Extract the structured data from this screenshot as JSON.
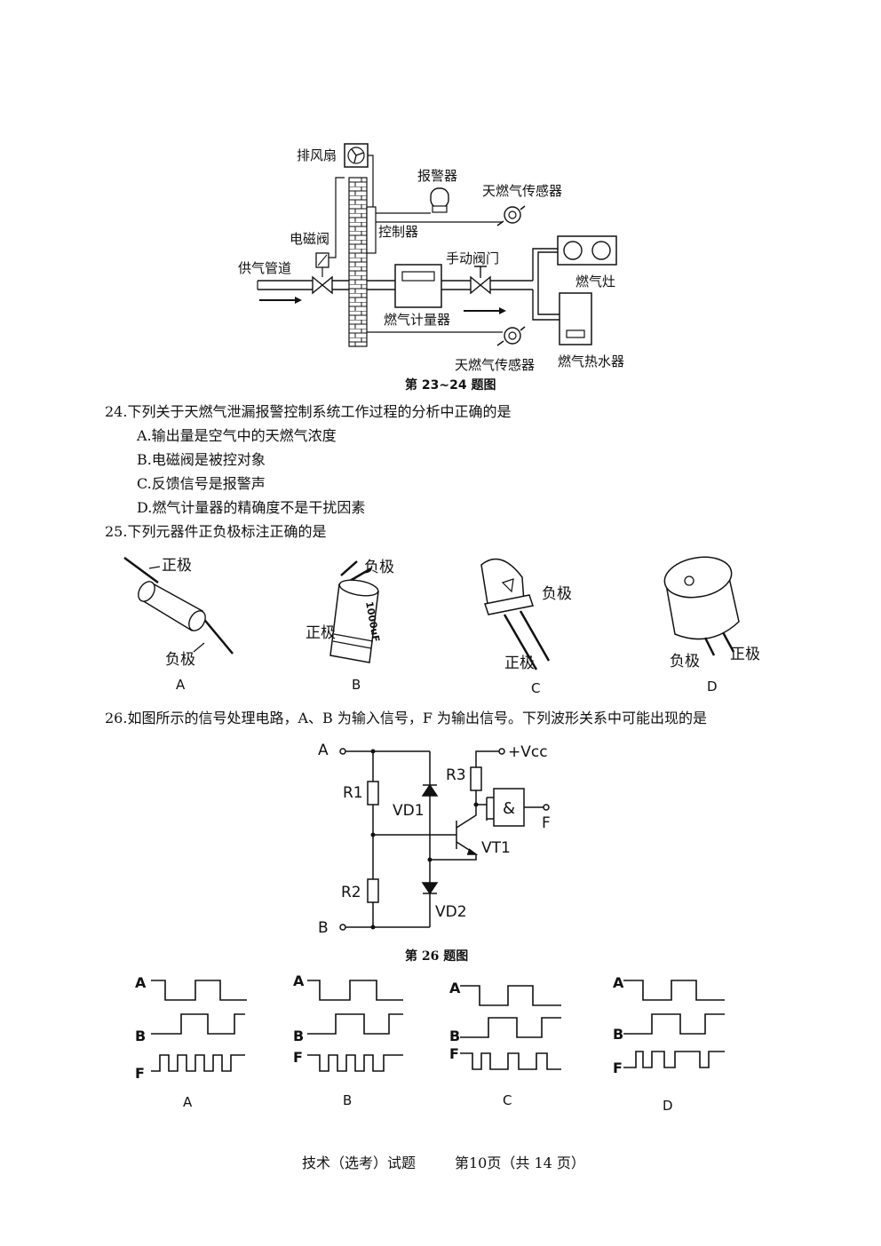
{
  "fig23": {
    "caption": "第 23~24 题图",
    "labels": {
      "fan": "排风扇",
      "alarm": "报警器",
      "sensor_top": "天燃气传感器",
      "solenoid": "电磁阀",
      "controller": "控制器",
      "supply_pipe": "供气管道",
      "manual_valve": "手动阀门",
      "stove": "燃气灶",
      "meter": "燃气计量器",
      "sensor_bottom": "天燃气传感器",
      "heater": "燃气热水器"
    }
  },
  "q24": {
    "stem": "24.下列关于天燃气泄漏报警控制系统工作过程的分析中正确的是",
    "options": [
      "A.输出量是空气中的天燃气浓度",
      "B.电磁阀是被控对象",
      "C.反馈信号是报警声",
      "D.燃气计量器的精确度不是干扰因素"
    ]
  },
  "q25": {
    "stem": "25.下列元器件正负极标注正确的是",
    "items": [
      {
        "letter": "A",
        "label1": "正极",
        "label2": "负极"
      },
      {
        "letter": "B",
        "label1": "负极",
        "label2": "正极",
        "marking": "1000uF"
      },
      {
        "letter": "C",
        "label1": "负极",
        "label2": "正极"
      },
      {
        "letter": "D",
        "label1": "负极",
        "label2": "正极"
      }
    ]
  },
  "q26": {
    "stem": "26.如图所示的信号处理电路，A、B 为输入信号，F 为输出信号。下列波形关系中可能出现的是",
    "circuit": {
      "A": "A",
      "B": "B",
      "R1": "R1",
      "R2": "R2",
      "R3": "R3",
      "VD1": "VD1",
      "VD2": "VD2",
      "VT1": "VT1",
      "vcc": "+Vcc",
      "F": "F",
      "gate": "&"
    },
    "caption": "第 26 题图",
    "waves": [
      {
        "letter": "A",
        "names": [
          "A",
          "B",
          "F"
        ]
      },
      {
        "letter": "B",
        "names": [
          "A",
          "B",
          "F"
        ]
      },
      {
        "letter": "C",
        "names": [
          "A",
          "B",
          "F"
        ]
      },
      {
        "letter": "D",
        "names": [
          "A",
          "B",
          "F"
        ]
      }
    ]
  },
  "footer": {
    "subject": "技术（选考）试题",
    "page": "第10页（共 14 页）"
  }
}
